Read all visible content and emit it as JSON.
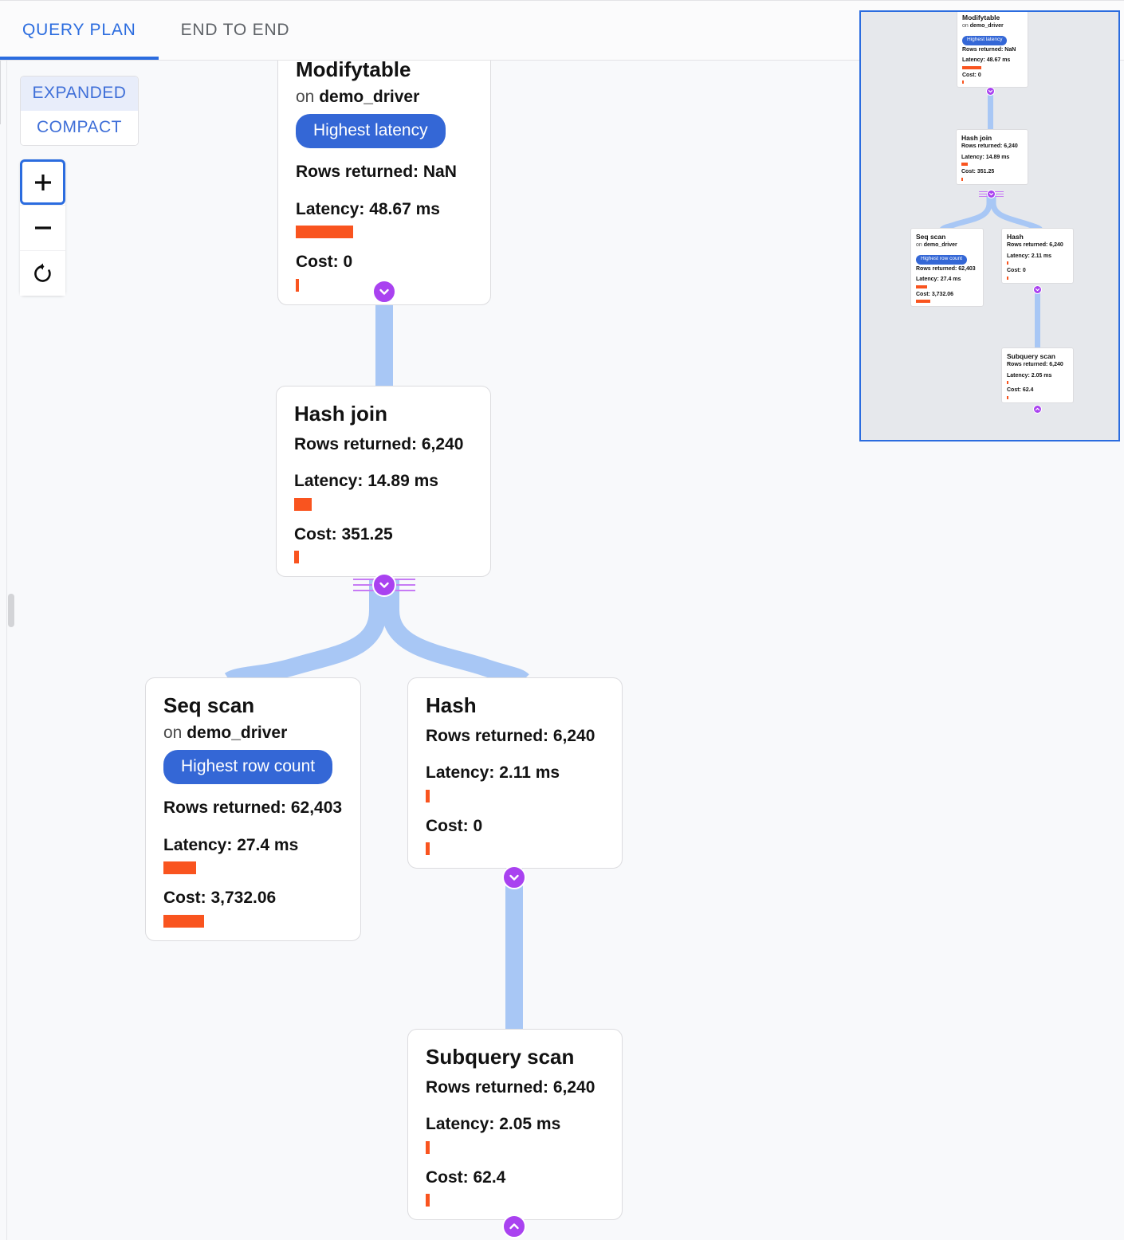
{
  "tabs": [
    {
      "label": "QUERY PLAN",
      "active": true
    },
    {
      "label": "END TO END",
      "active": false
    }
  ],
  "view_mode": {
    "expanded_label": "EXPANDED",
    "compact_label": "COMPACT",
    "selected": "EXPANDED"
  },
  "zoom_controls": {
    "zoom_in_label": "+",
    "zoom_out_label": "−",
    "reset_label": "↺",
    "focused": "zoom-in"
  },
  "colors": {
    "accent_blue": "#2b6cdf",
    "badge_blue": "#3467d6",
    "edge_blue": "#a8c7f5",
    "bar_orange": "#f9541f",
    "knob_purple": "#a942f0",
    "canvas_bg": "#f8f9fb",
    "minimap_bg": "#e6e8ec"
  },
  "labels": {
    "on_prefix": "on ",
    "rows_prefix": "Rows returned: ",
    "latency_prefix": "Latency: ",
    "cost_prefix": "Cost: "
  },
  "nodes": [
    {
      "id": "modifytable",
      "title": "Modifytable",
      "relation": "demo_driver",
      "on_text": "on demo_driver",
      "badge": "Highest latency",
      "rows_text": "Rows returned: NaN",
      "rows_value": "NaN",
      "latency_text": "Latency: 48.67 ms",
      "latency_value": 48.67,
      "latency_bar_width": 72,
      "cost_text": "Cost: 0",
      "cost_value": 0,
      "cost_bar_width": 4
    },
    {
      "id": "hashjoin",
      "title": "Hash join",
      "relation": null,
      "on_text": null,
      "badge": null,
      "rows_text": "Rows returned: 6,240",
      "rows_value": "6,240",
      "latency_text": "Latency: 14.89 ms",
      "latency_value": 14.89,
      "latency_bar_width": 22,
      "cost_text": "Cost: 351.25",
      "cost_value": 351.25,
      "cost_bar_width": 6
    },
    {
      "id": "seqscan",
      "title": "Seq scan",
      "relation": "demo_driver",
      "on_text": "on demo_driver",
      "badge": "Highest row count",
      "rows_text": "Rows returned: 62,403",
      "rows_value": "62,403",
      "latency_text": "Latency: 27.4 ms",
      "latency_value": 27.4,
      "latency_bar_width": 41,
      "cost_text": "Cost: 3,732.06",
      "cost_value": 3732.06,
      "cost_bar_width": 51
    },
    {
      "id": "hash",
      "title": "Hash",
      "relation": null,
      "on_text": null,
      "badge": null,
      "rows_text": "Rows returned: 6,240",
      "rows_value": "6,240",
      "latency_text": "Latency: 2.11 ms",
      "latency_value": 2.11,
      "latency_bar_width": 5,
      "cost_text": "Cost: 0",
      "cost_value": 0,
      "cost_bar_width": 5
    },
    {
      "id": "subqueryscan",
      "title": "Subquery scan",
      "relation": null,
      "on_text": null,
      "badge": null,
      "rows_text": "Rows returned: 6,240",
      "rows_value": "6,240",
      "latency_text": "Latency: 2.05 ms",
      "latency_value": 2.05,
      "latency_bar_width": 5,
      "cost_text": "Cost: 62.4",
      "cost_value": 62.4,
      "cost_bar_width": 5
    }
  ],
  "edges": [
    {
      "from": "modifytable",
      "to": "hashjoin"
    },
    {
      "from": "hashjoin",
      "to": "seqscan"
    },
    {
      "from": "hashjoin",
      "to": "hash"
    },
    {
      "from": "hash",
      "to": "subqueryscan"
    }
  ],
  "minimap": {
    "visible": true,
    "viewport_selected": true
  }
}
